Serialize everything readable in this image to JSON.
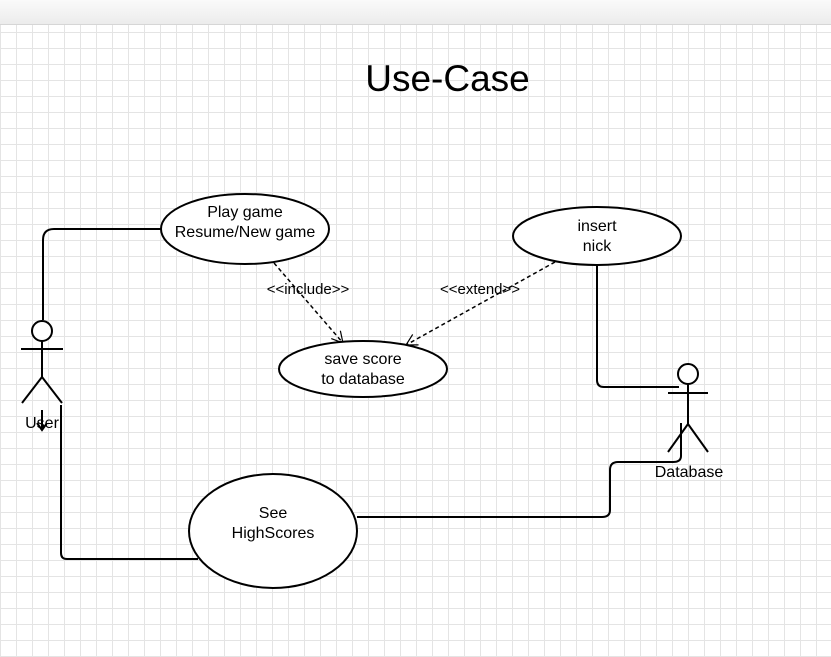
{
  "diagram": {
    "title": "Use-Case",
    "actors": {
      "user": "User",
      "database": "Database"
    },
    "use_cases": {
      "play": [
        "Play game",
        "Resume/New game"
      ],
      "insert": [
        "insert",
        "nick"
      ],
      "save": [
        "save score",
        "to database"
      ],
      "scores": [
        "See",
        "HighScores"
      ]
    },
    "relations": {
      "include": "<<include>>",
      "extend": "<<extend>>"
    }
  }
}
